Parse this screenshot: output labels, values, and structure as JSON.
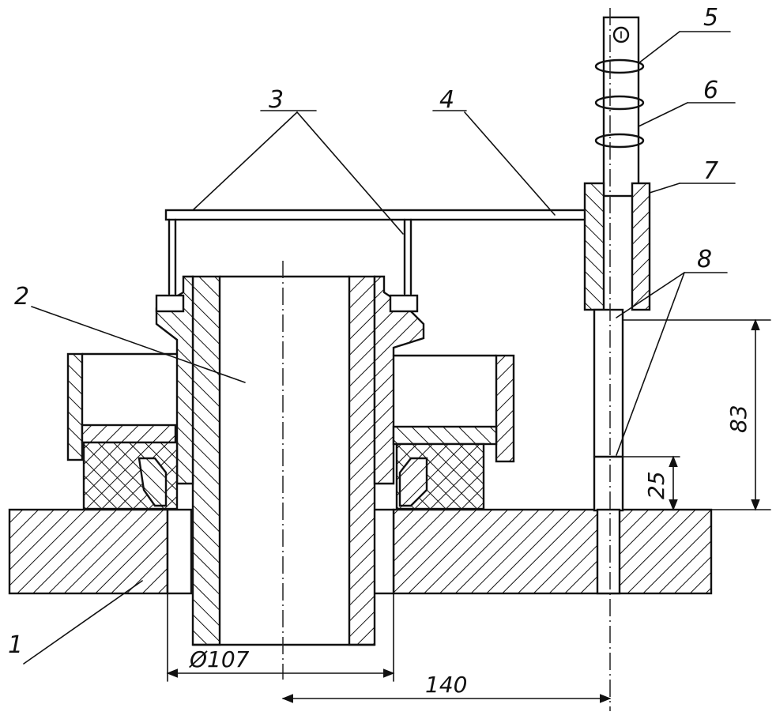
{
  "labels": {
    "l1": "1",
    "l2": "2",
    "l3": "3",
    "l4": "4",
    "l5": "5",
    "l6": "6",
    "l7": "7",
    "l8": "8"
  },
  "dimensions": {
    "diameter": "Ø107",
    "distance": "140",
    "height_total": "83",
    "height_small": "25"
  }
}
